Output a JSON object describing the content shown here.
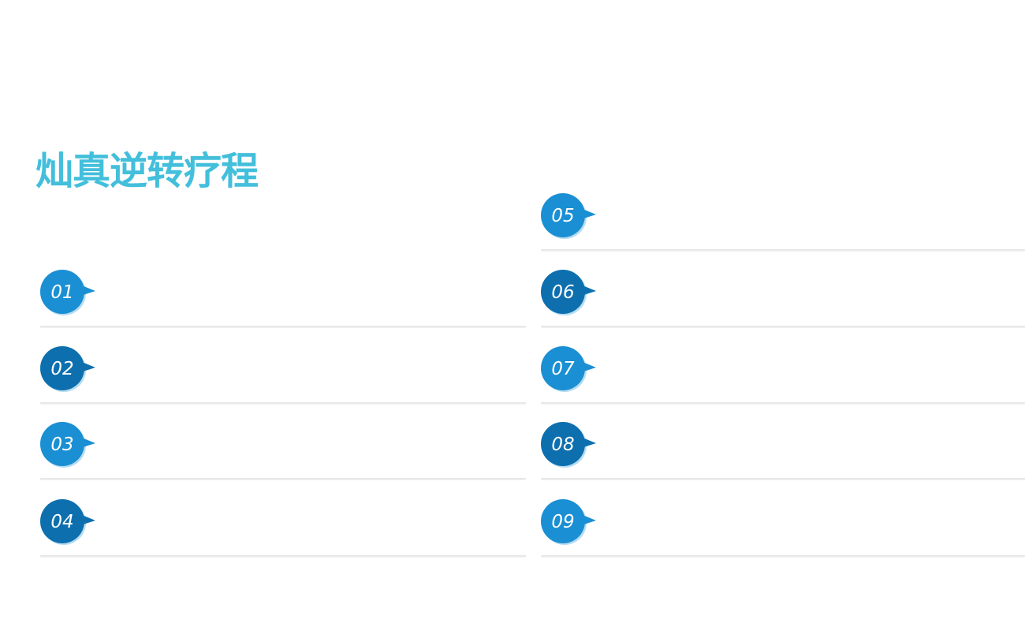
{
  "title": "灿真逆转疗程",
  "colors": {
    "title": "#43bfdb",
    "badge_light": "#1a8fd3",
    "badge_dark": "#0d6fae",
    "divider": "#e8e8e8"
  },
  "steps": [
    {
      "number": "01",
      "tone": "light"
    },
    {
      "number": "02",
      "tone": "dark"
    },
    {
      "number": "03",
      "tone": "light"
    },
    {
      "number": "04",
      "tone": "dark"
    },
    {
      "number": "05",
      "tone": "light"
    },
    {
      "number": "06",
      "tone": "dark"
    },
    {
      "number": "07",
      "tone": "light"
    },
    {
      "number": "08",
      "tone": "dark"
    },
    {
      "number": "09",
      "tone": "light"
    }
  ]
}
